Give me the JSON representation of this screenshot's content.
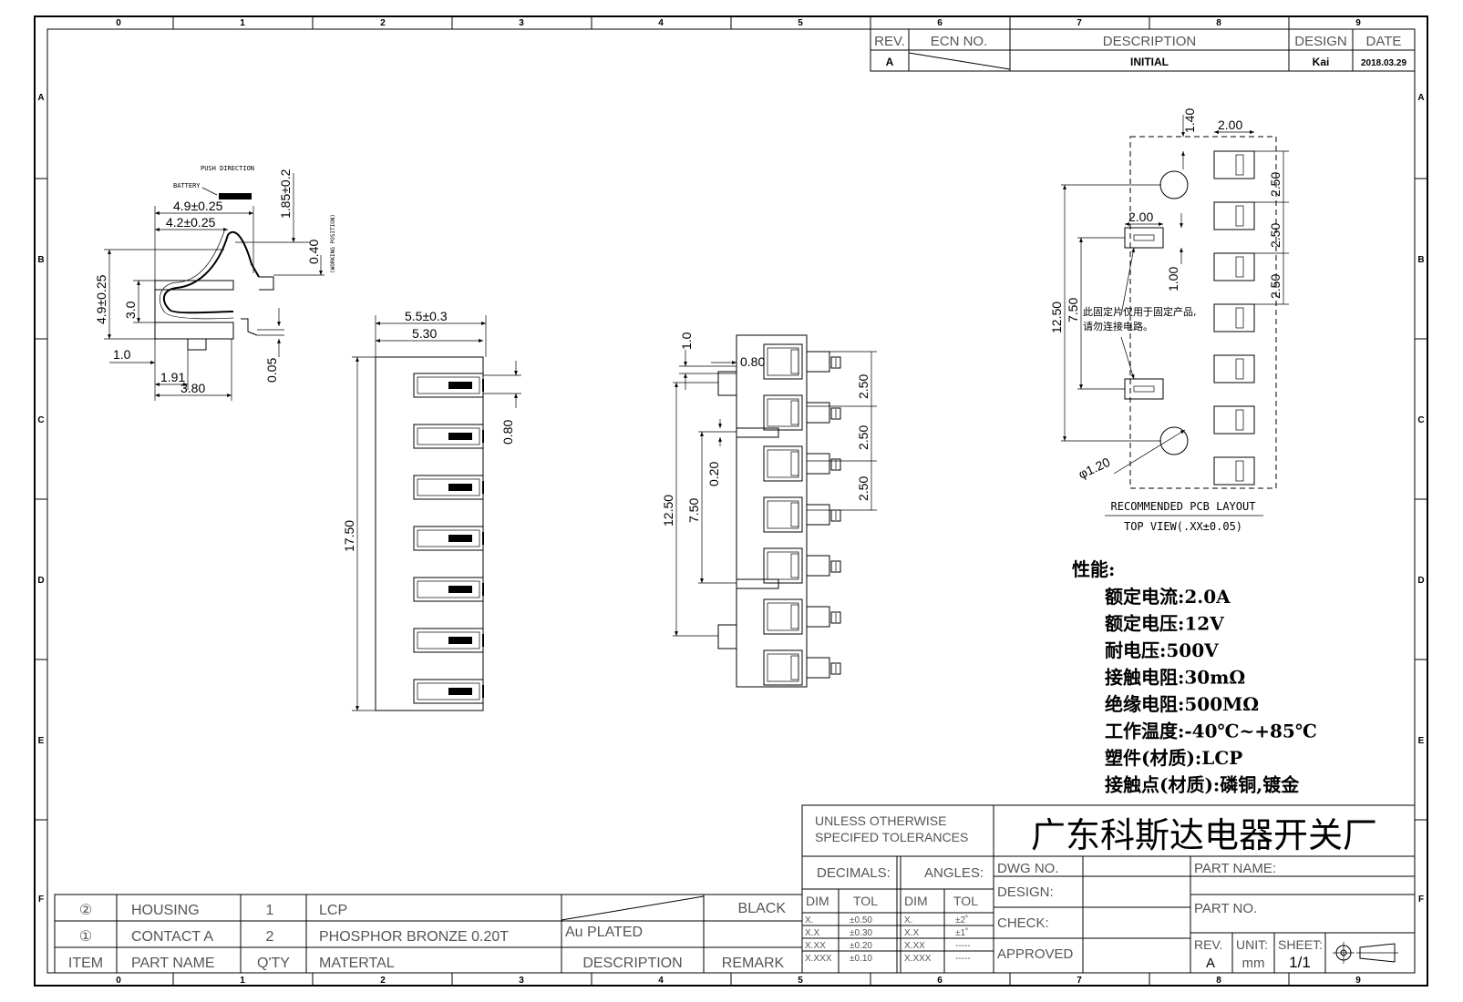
{
  "frame": {
    "col_labels": [
      "0",
      "1",
      "2",
      "3",
      "4",
      "5",
      "6",
      "7",
      "8",
      "9"
    ],
    "row_labels": [
      "A",
      "B",
      "C",
      "D",
      "E",
      "F"
    ]
  },
  "revision_block": {
    "headers": {
      "rev": "REV.",
      "ecn": "ECN NO.",
      "description": "DESCRIPTION",
      "design": "DESIGN",
      "date": "DATE"
    },
    "row": {
      "rev": "A",
      "description": "INITIAL",
      "design": "Kai",
      "date": "2018.03.29"
    }
  },
  "side_view": {
    "push_direction": "PUSH DIRECTION",
    "battery": "BATTERY",
    "working_position": "(WORKING POSITION)",
    "dims": {
      "d1": "4.9±0.25",
      "d2": "4.2±0.25",
      "d3": "1.85±0.2",
      "d4": "0.40",
      "d5": "4.9±0.25",
      "d6": "3.0",
      "d7": "1.0",
      "d8": "1.91",
      "d9": "3.80",
      "d10": "0.05"
    }
  },
  "front_view": {
    "dims": {
      "w1": "5.5±0.3",
      "w2": "5.30",
      "h": "17.50",
      "p": "0.80"
    }
  },
  "top_view": {
    "dims": {
      "a": "1.0",
      "b": "0.80",
      "c": "2.50",
      "d": "2.50",
      "e": "2.50",
      "f": "0.20",
      "g": "7.50",
      "h": "12.50"
    }
  },
  "pcb_layout": {
    "dims": {
      "a": "1.40",
      "b": "2.00",
      "c": "2.50",
      "d": "2.50",
      "e": "2.50",
      "f": "2.00",
      "g": "1.00",
      "h": "7.50",
      "i": "12.50",
      "dia": "φ1.20"
    },
    "note_line1": "此固定片仅用于固定产品,",
    "note_line2": "请勿连接电路。",
    "title": "RECOMMENDED PCB LAYOUT",
    "subtitle": "TOP VIEW(.XX±0.05)"
  },
  "specs": {
    "title": "性能:",
    "lines": [
      "额定电流:2.0A",
      "额定电压:12V",
      "耐电压:500V",
      "接触电阻:30mΩ",
      "绝缘电阻:500MΩ",
      "工作温度:-40℃~+85℃",
      "塑件(材质):LCP",
      "接触点(材质):磷铜,镀金"
    ]
  },
  "title_block": {
    "tol_line1": "UNLESS OTHERWISE",
    "tol_line2": "SPECIFED TOLERANCES",
    "company": "广东科斯达电器开关厂",
    "decimals": "DECIMALS:",
    "angles": "ANGLES:",
    "dim": "DIM",
    "tol": "TOL",
    "dec_rows": [
      [
        "X.",
        "±0.50"
      ],
      [
        "X.X",
        "±0.30"
      ],
      [
        "X.XX",
        "±0.20"
      ],
      [
        "X.XXX",
        "±0.10"
      ]
    ],
    "ang_rows": [
      [
        "X.",
        "±2˚"
      ],
      [
        "X.X",
        "±1˚"
      ],
      [
        "X.XX",
        "-----"
      ],
      [
        "X.XXX",
        "-----"
      ]
    ],
    "dwg_no": "DWG NO.",
    "design": "DESIGN:",
    "check": "CHECK:",
    "approved": "APPROVED",
    "part_name": "PART NAME:",
    "part_no": "PART NO.",
    "rev": "REV.",
    "rev_val": "A",
    "unit": "UNIT:",
    "unit_val": "mm",
    "sheet": "SHEET:",
    "sheet_val": "1/1"
  },
  "bom": {
    "header": {
      "item": "ITEM",
      "part_name": "PART NAME",
      "qty": "Q'TY",
      "material": "MATERTAL",
      "description": "DESCRIPTION",
      "remark": "REMARK"
    },
    "rows": [
      {
        "item": "②",
        "part_name": "HOUSING",
        "qty": "1",
        "material": "LCP",
        "description": "",
        "remark": "BLACK"
      },
      {
        "item": "①",
        "part_name": "CONTACT A",
        "qty": "2",
        "material": "PHOSPHOR BRONZE 0.20T",
        "description": "Au PLATED",
        "remark": ""
      }
    ]
  }
}
